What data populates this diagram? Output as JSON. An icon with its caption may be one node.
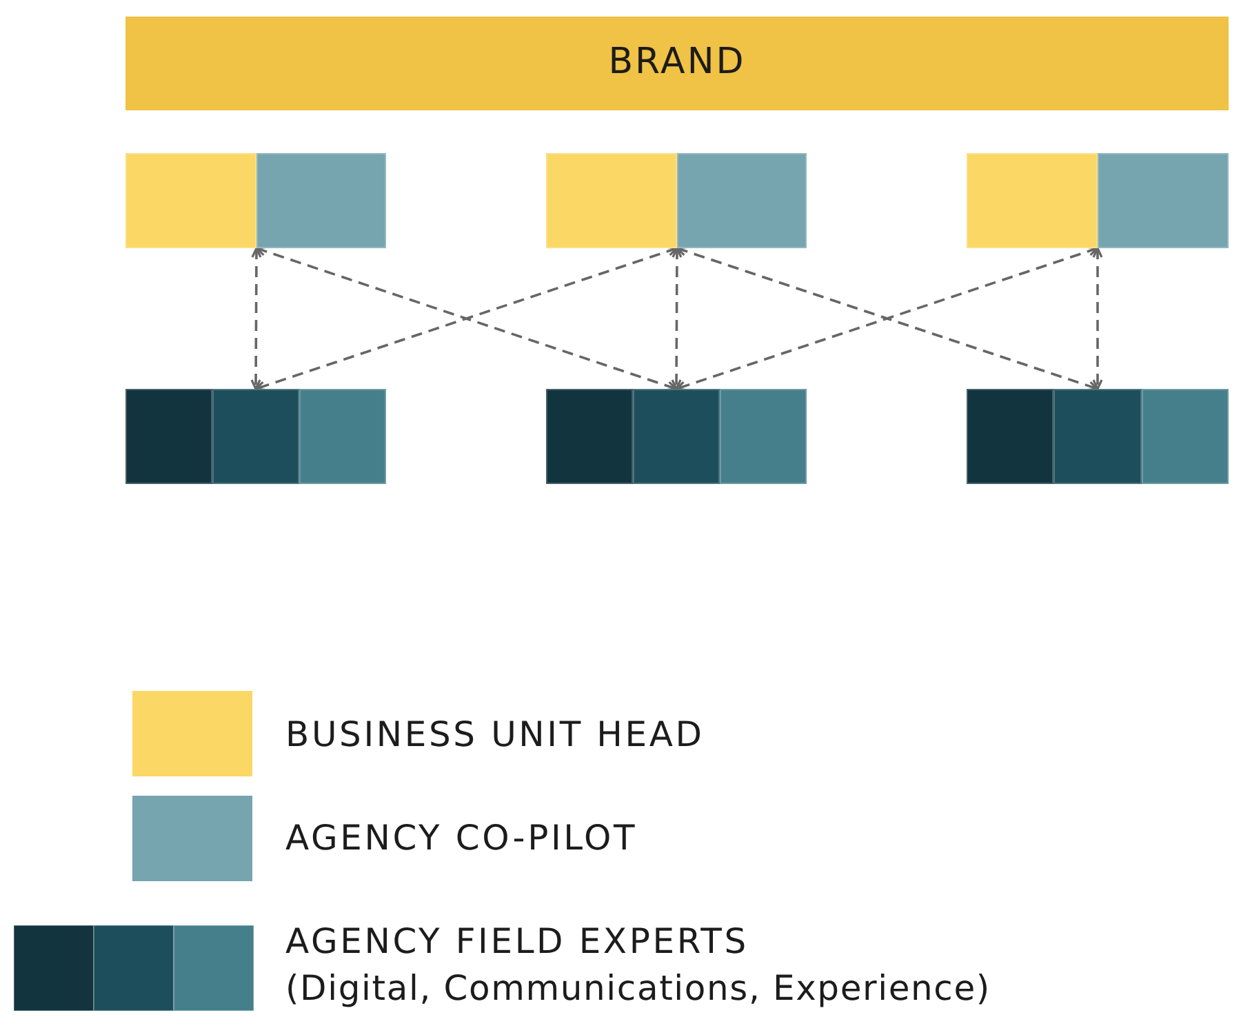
{
  "diagram": {
    "nodes": [
      {
        "text": [
          "BRAND"
        ]
      },
      {
        "text": [],
        "shape": "box"
      },
      {
        "text": [],
        "shape": "box"
      },
      {
        "text": [],
        "shape": "box"
      },
      {
        "text": [],
        "shape": "box"
      },
      {
        "text": [],
        "shape": "box"
      },
      {
        "text": [],
        "shape": "box"
      },
      {
        "text": [],
        "shape": "box"
      },
      {
        "text": [],
        "shape": "box"
      },
      {
        "text": [],
        "shape": "box"
      },
      {
        "text": [],
        "shape": "box"
      },
      {
        "text": [],
        "shape": "box"
      },
      {
        "text": [],
        "shape": "box"
      },
      {
        "text": [],
        "shape": "box"
      },
      {
        "text": [],
        "shape": "box"
      },
      {
        "text": [],
        "shape": "box"
      }
    ],
    "edges": [
      {
        "from": 2,
        "to": 8,
        "arrow": "both",
        "style": "dashed"
      },
      {
        "from": 2,
        "to": 11,
        "arrow": "both",
        "style": "dashed"
      },
      {
        "from": 4,
        "to": 8,
        "arrow": "both",
        "style": "dashed"
      },
      {
        "from": 4,
        "to": 11,
        "arrow": "both",
        "style": "dashed"
      },
      {
        "from": 4,
        "to": 14,
        "arrow": "both",
        "style": "dashed"
      },
      {
        "from": 6,
        "to": 11,
        "arrow": "both",
        "style": "dashed"
      },
      {
        "from": 6,
        "to": 14,
        "arrow": "both",
        "style": "dashed"
      }
    ],
    "labels": [
      "(Digital, Communications, Experience)"
    ],
    "legend": [
      {
        "text": "BUSINESS UNIT HEAD",
        "color": "#fbd766"
      },
      {
        "text": "AGENCY CO-PILOT",
        "color": "#76a5af"
      },
      {
        "text": "AGENCY FIELD EXPERTS"
      }
    ]
  }
}
